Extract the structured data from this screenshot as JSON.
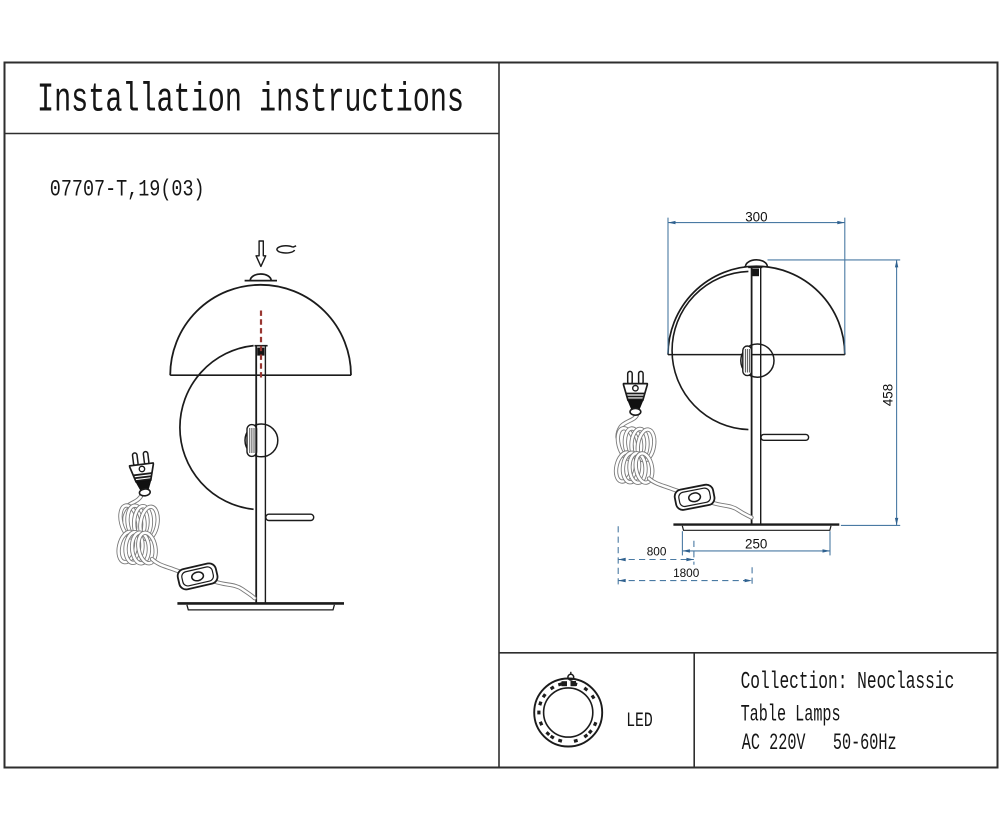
{
  "title": "Installation instructions",
  "model": "07707-T,19(03)",
  "spec_panel": {
    "led_label": "LED",
    "collection": "Collection: Neoclassic",
    "product_type": "Table Lamps",
    "power": "AC 220V   50-60Hz"
  },
  "dimensions": {
    "shade_diameter": "300",
    "total_height": "458",
    "base_diameter": "250",
    "cord_plug_to_switch": "800",
    "cord_total_length": "1800"
  },
  "colors": {
    "line": "#1b1b1b",
    "frame": "#2e2e2e",
    "cord": "#7a7a7a",
    "dimension_blue": "#4a7aa3",
    "dimension_arrow": "#2f618f",
    "center_axis_red": "#993631",
    "background": "#ffffff"
  }
}
